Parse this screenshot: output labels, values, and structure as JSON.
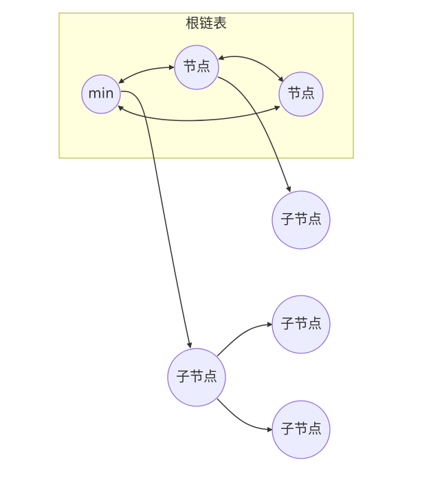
{
  "cluster": {
    "title": "根链表"
  },
  "nodes": {
    "min": "min",
    "root_top": "节点",
    "root_right": "节点",
    "child_a": "子节点",
    "child_b": "子节点",
    "grandchild_1": "子节点",
    "grandchild_2": "子节点"
  },
  "colors": {
    "cluster_fill": "#ffffde",
    "cluster_stroke": "#aaaa33",
    "node_fill": "#ececff",
    "node_stroke": "#9370db",
    "edge": "#333333",
    "text": "#333333"
  }
}
